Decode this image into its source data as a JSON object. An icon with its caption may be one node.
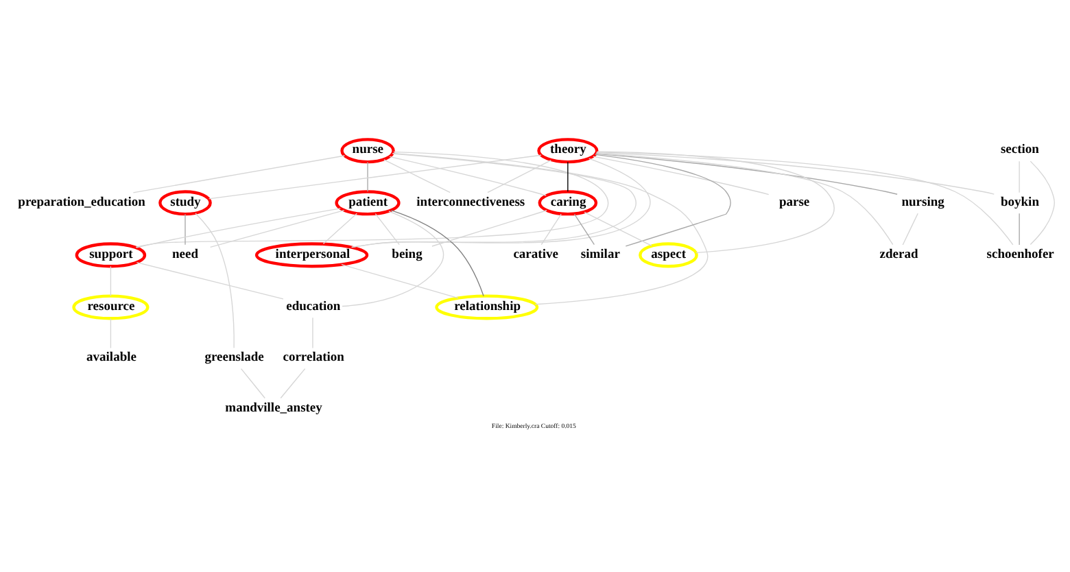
{
  "diagram": {
    "caption": "File: Kimberly.cra Cutoff: 0.015",
    "nodes": [
      {
        "text": [
          "nurse"
        ]
      },
      {
        "text": [
          "theory"
        ]
      },
      {
        "text": [
          "section"
        ]
      },
      {
        "text": [
          "preparation_education"
        ]
      },
      {
        "text": [
          "study"
        ]
      },
      {
        "text": [
          "patient"
        ]
      },
      {
        "text": [
          "interconnectiveness"
        ]
      },
      {
        "text": [
          "caring"
        ]
      },
      {
        "text": [
          "nursing"
        ]
      },
      {
        "text": [
          "parse"
        ]
      },
      {
        "text": [
          "boykin"
        ]
      },
      {
        "text": [
          "support"
        ]
      },
      {
        "text": [
          "need"
        ]
      },
      {
        "text": [
          "interpersonal"
        ]
      },
      {
        "text": [
          "being"
        ]
      },
      {
        "text": [
          "carative"
        ]
      },
      {
        "text": [
          "similar"
        ]
      },
      {
        "text": [
          "aspect"
        ]
      },
      {
        "text": [
          "zderad"
        ]
      },
      {
        "text": [
          "schoenhofer"
        ]
      },
      {
        "text": [
          "resource"
        ]
      },
      {
        "text": [
          "education"
        ]
      },
      {
        "text": [
          "relationship"
        ]
      },
      {
        "text": [
          "greenslade"
        ]
      },
      {
        "text": [
          "available"
        ]
      },
      {
        "text": [
          "correlation"
        ]
      },
      {
        "text": [
          "mandville_anstey"
        ]
      }
    ],
    "edges": [
      {
        "from": 0,
        "to": 3,
        "arrow": "none"
      },
      {
        "from": 0,
        "to": 5,
        "arrow": "none",
        "color": "#a8a8a8"
      },
      {
        "from": 0,
        "to": 6,
        "arrow": "none"
      },
      {
        "from": 0,
        "to": 7,
        "arrow": "none"
      },
      {
        "from": 0,
        "to": 11,
        "arrow": "none"
      },
      {
        "from": 0,
        "to": 13,
        "arrow": "none"
      },
      {
        "from": 0,
        "to": 22,
        "arrow": "none"
      },
      {
        "from": 1,
        "to": 4,
        "arrow": "none"
      },
      {
        "from": 1,
        "to": 6,
        "arrow": "none"
      },
      {
        "from": 1,
        "to": 7,
        "arrow": "none",
        "color": "#000000"
      },
      {
        "from": 1,
        "to": 8,
        "arrow": "none",
        "color": "#a8a8a8"
      },
      {
        "from": 1,
        "to": 9,
        "arrow": "none"
      },
      {
        "from": 1,
        "to": 10,
        "arrow": "none"
      },
      {
        "from": 1,
        "to": 13,
        "arrow": "none"
      },
      {
        "from": 1,
        "to": 16,
        "arrow": "none",
        "color": "#a8a8a8"
      },
      {
        "from": 1,
        "to": 17,
        "arrow": "none"
      },
      {
        "from": 1,
        "to": 18,
        "arrow": "none"
      },
      {
        "from": 1,
        "to": 19,
        "arrow": "none"
      },
      {
        "from": 2,
        "to": 10,
        "arrow": "none"
      },
      {
        "from": 2,
        "to": 19,
        "arrow": "none"
      },
      {
        "from": 4,
        "to": 12,
        "arrow": "none",
        "color": "#a8a8a8"
      },
      {
        "from": 4,
        "to": 23,
        "arrow": "none"
      },
      {
        "from": 5,
        "to": 11,
        "arrow": "none"
      },
      {
        "from": 5,
        "to": 12,
        "arrow": "none"
      },
      {
        "from": 5,
        "to": 13,
        "arrow": "none"
      },
      {
        "from": 5,
        "to": 14,
        "arrow": "none"
      },
      {
        "from": 5,
        "to": 21,
        "arrow": "none"
      },
      {
        "from": 5,
        "to": 22,
        "arrow": "none",
        "color": "#808080"
      },
      {
        "from": 7,
        "to": 14,
        "arrow": "none"
      },
      {
        "from": 7,
        "to": 15,
        "arrow": "none"
      },
      {
        "from": 7,
        "to": 16,
        "arrow": "none",
        "color": "#a8a8a8"
      },
      {
        "from": 7,
        "to": 17,
        "arrow": "none"
      },
      {
        "from": 8,
        "to": 18,
        "arrow": "none"
      },
      {
        "from": 10,
        "to": 19,
        "arrow": "none",
        "color": "#a8a8a8"
      },
      {
        "from": 11,
        "to": 20,
        "arrow": "none"
      },
      {
        "from": 11,
        "to": 21,
        "arrow": "none"
      },
      {
        "from": 13,
        "to": 22,
        "arrow": "none"
      },
      {
        "from": 20,
        "to": 24,
        "arrow": "none"
      },
      {
        "from": 21,
        "to": 25,
        "arrow": "none"
      },
      {
        "from": 23,
        "to": 26,
        "arrow": "none"
      },
      {
        "from": 25,
        "to": 26,
        "arrow": "none"
      }
    ]
  }
}
